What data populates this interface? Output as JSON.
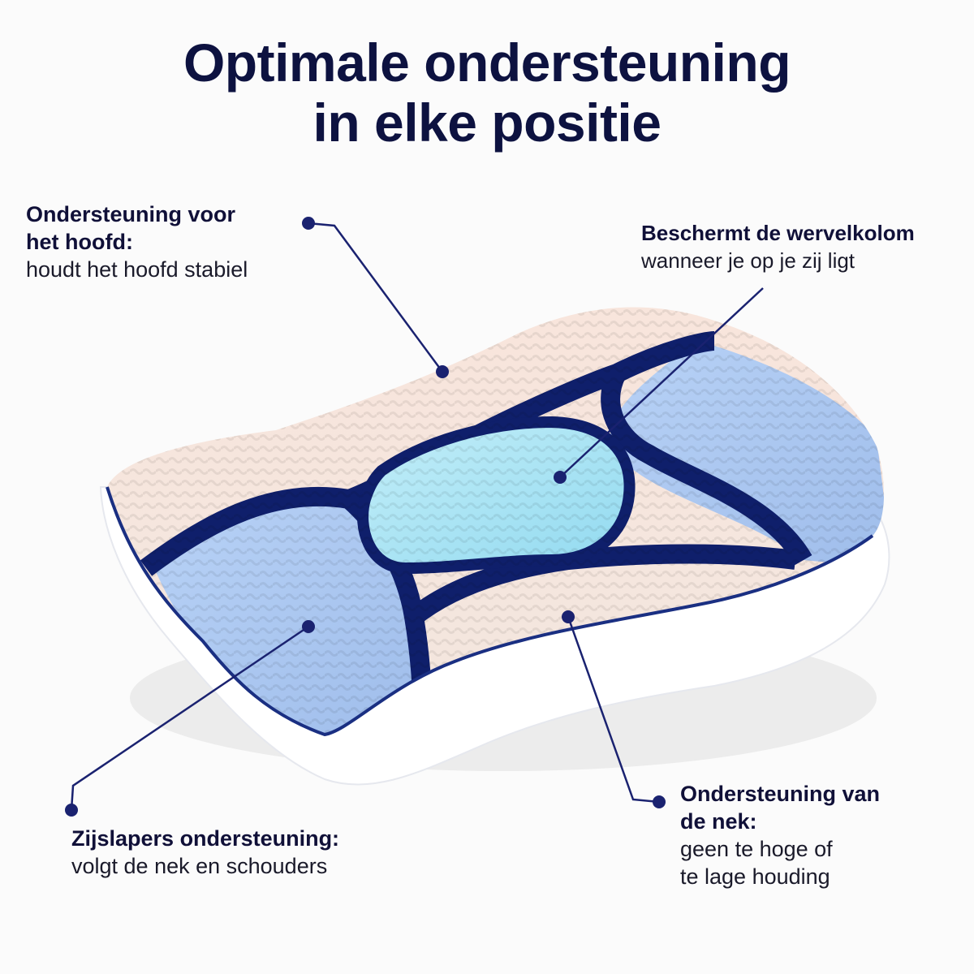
{
  "title": {
    "line1": "Optimale ondersteuning",
    "line2": "in elke positie"
  },
  "callouts": {
    "head": {
      "bold_line1": "Ondersteuning voor",
      "bold_line2": "het hoofd:",
      "text": "houdt het hoofd stabiel"
    },
    "spine": {
      "bold": "Beschermt de wervelkolom",
      "text": "wanneer je op je zij ligt"
    },
    "side": {
      "bold": "Zijslapers ondersteuning:",
      "text": "volgt de nek en schouders"
    },
    "neck": {
      "bold_line1": "Ondersteuning van",
      "bold_line2": "de nek:",
      "text_line1": "geen te hoge of",
      "text_line2": "te lage houding"
    }
  },
  "colors": {
    "navy": "#0f1f6b",
    "peach": "#f6e6de",
    "blue": "#a9c6f2",
    "center": "#a8e6f3",
    "edge": "#ffffff"
  },
  "illustration": "pillow"
}
